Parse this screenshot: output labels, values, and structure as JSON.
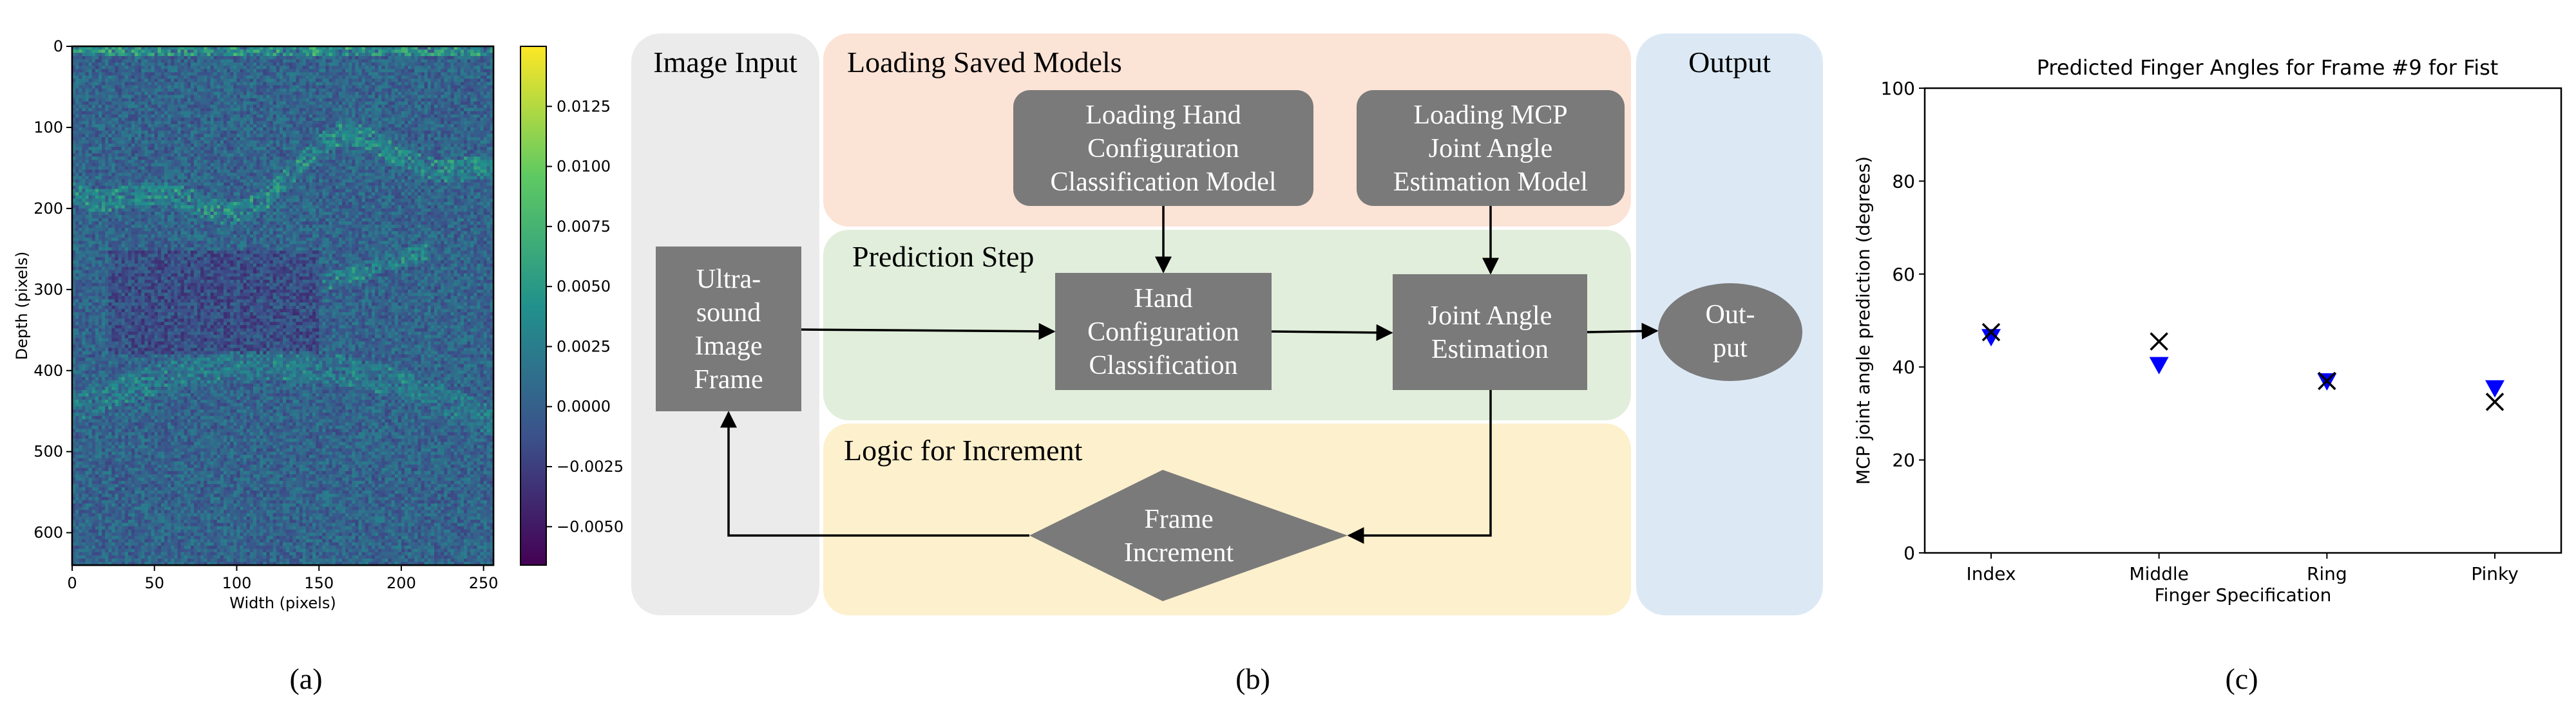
{
  "panel_a": {
    "caption": "(a)",
    "xlabel": "Width (pixels)",
    "ylabel": "Depth (pixels)",
    "xticks": [
      "0",
      "50",
      "100",
      "150",
      "200",
      "250"
    ],
    "yticks": [
      "0",
      "100",
      "200",
      "300",
      "400",
      "500",
      "600"
    ],
    "colorbar_ticks": [
      "0.0125",
      "0.0100",
      "0.0075",
      "0.0050",
      "0.0025",
      "0.0000",
      "−0.0025",
      "−0.0050"
    ],
    "colormap": "viridis"
  },
  "panel_b": {
    "caption": "(b)",
    "lanes": {
      "image_input": "Image Input",
      "loading_models": "Loading Saved Models",
      "prediction_step": "Prediction Step",
      "logic_increment": "Logic for Increment",
      "output": "Output"
    },
    "nodes": {
      "ultrasound_frame": [
        "Ultra-",
        "sound",
        "Image",
        "Frame"
      ],
      "load_hand_model": [
        "Loading Hand",
        "Configuration",
        "Classification Model"
      ],
      "load_mcp_model": [
        "Loading MCP",
        "Joint Angle",
        "Estimation Model"
      ],
      "hand_classification": [
        "Hand",
        "Configuration",
        "Classification"
      ],
      "joint_angle_estimation": [
        "Joint Angle",
        "Estimation"
      ],
      "output_node": [
        "Out-",
        "put"
      ],
      "frame_increment": [
        "Frame",
        "Increment"
      ]
    },
    "colors": {
      "image_input_lane": "#ebebeb",
      "loading_lane": "#fbe3d6",
      "prediction_lane": "#e1eedb",
      "logic_lane": "#fdf0cd",
      "output_lane": "#dce9f5",
      "node": "#7a7a7a"
    }
  },
  "panel_c": {
    "caption": "(c)",
    "chart_data": {
      "type": "scatter",
      "title": "Predicted Finger Angles for Frame #9 for Fist",
      "xlabel": "Finger Specification",
      "ylabel": "MCP joint angle prediction (degrees)",
      "categories": [
        "Index",
        "Middle",
        "Ring",
        "Pinky"
      ],
      "ylim": [
        0,
        100
      ],
      "yticks": [
        "0",
        "20",
        "40",
        "60",
        "80",
        "100"
      ],
      "series": [
        {
          "marker": "triangle-down",
          "color": "#0000ff",
          "values": [
            46.5,
            40.5,
            37.0,
            35.5
          ]
        },
        {
          "marker": "x",
          "color": "#000000",
          "values": [
            47.5,
            45.5,
            37.0,
            32.5
          ]
        }
      ]
    }
  }
}
